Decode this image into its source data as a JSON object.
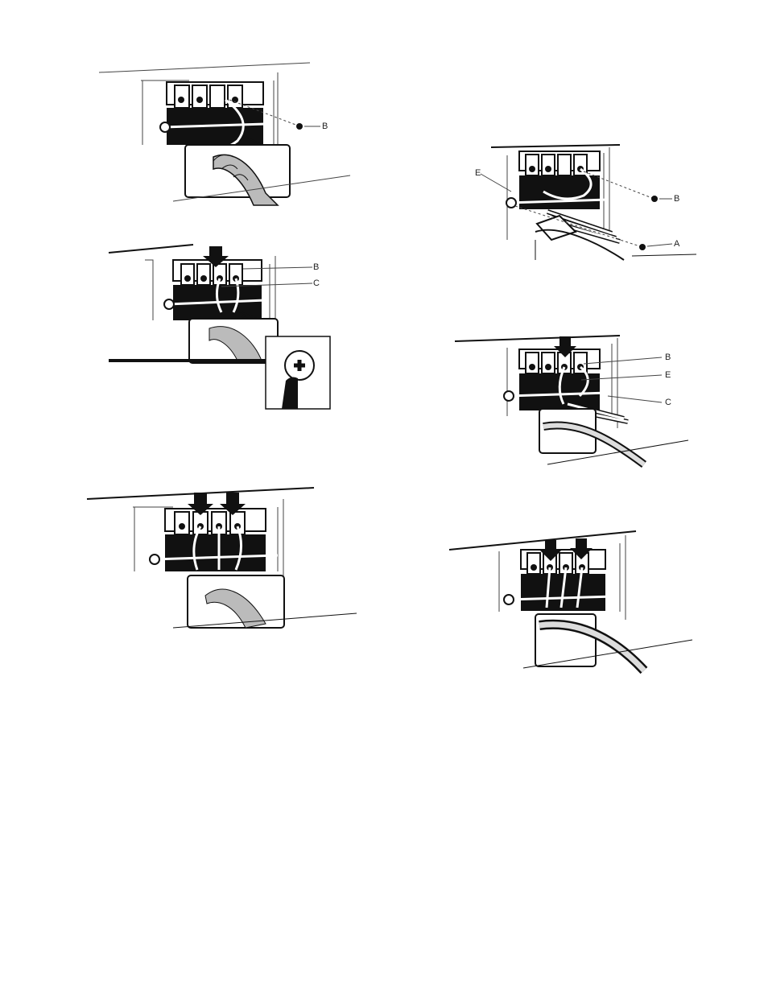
{
  "figures": [
    {
      "id": "fig1",
      "callouts": [
        "B"
      ]
    },
    {
      "id": "fig2",
      "callouts": [
        "B",
        "C"
      ]
    },
    {
      "id": "fig3",
      "callouts": []
    },
    {
      "id": "fig4",
      "callouts": [
        "E",
        "B",
        "A"
      ]
    },
    {
      "id": "fig5",
      "callouts": [
        "B",
        "E",
        "C"
      ]
    },
    {
      "id": "fig6",
      "callouts": []
    }
  ],
  "colors": {
    "ink": "#1a1a1a",
    "paper": "#ffffff",
    "wire": "#f4f4f4"
  }
}
